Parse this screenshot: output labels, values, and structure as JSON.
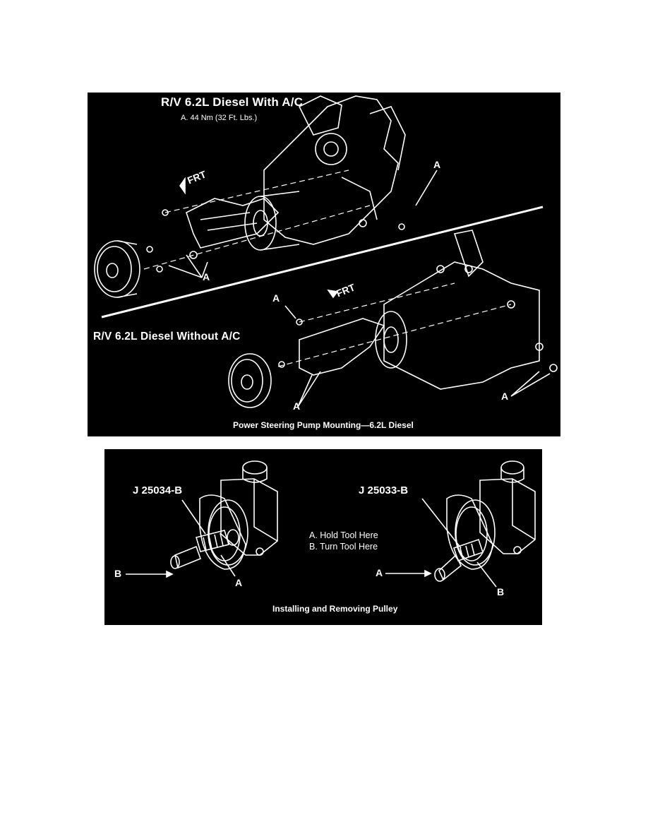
{
  "figure1": {
    "title_with_ac": "R/V 6.2L Diesel With A/C",
    "torque_note": "A. 44 Nm (32 Ft. Lbs.)",
    "title_without_ac": "R/V 6.2L Diesel Without A/C",
    "frt_label": "FRT",
    "callout_label": "A",
    "caption": "Power Steering Pump Mounting—6.2L Diesel"
  },
  "figure2": {
    "tool_left": "J 25034-B",
    "tool_right": "J 25033-B",
    "legend_a": "A. Hold Tool Here",
    "legend_b": "B. Turn Tool Here",
    "label_a": "A",
    "label_b": "B",
    "caption": "Installing and Removing Pulley"
  }
}
